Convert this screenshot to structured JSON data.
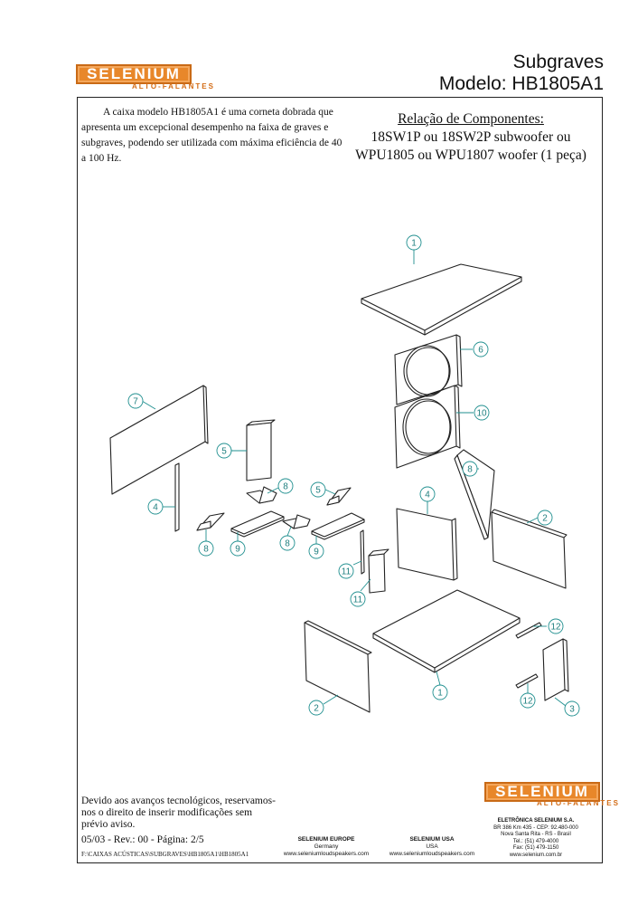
{
  "brand": {
    "name": "SELENIUM",
    "tagline": "ALTO-FALANTES",
    "color": "#e8872a"
  },
  "header": {
    "line1": "Subgraves",
    "line2": "Modelo: HB1805A1"
  },
  "intro": "A caixa modelo HB1805A1 é uma corneta dobrada que apresenta um excepcional desempenho na faixa de graves e subgraves, podendo ser utilizada com máxima eficiência de 40 a 100 Hz.",
  "components": {
    "title": "Relação de Componentes:",
    "line1": "18SW1P ou 18SW2P subwoofer ou",
    "line2": "WPU1805 ou WPU1807 woofer (1 peça)"
  },
  "callouts": [
    "1",
    "6",
    "10",
    "7",
    "5",
    "4",
    "8",
    "8",
    "2",
    "4",
    "5",
    "8",
    "9",
    "8",
    "9",
    "11",
    "11",
    "12",
    "2",
    "1",
    "12",
    "3"
  ],
  "disclaimer": "Devido aos avanços tecnológicos, reservamos-nos o direito de inserir modificações sem prévio aviso.",
  "revision": "05/03 - Rev.: 00 - Página: 2/5",
  "file_path": "F:\\CAIXAS ACÚSTICAS\\SUBGRAVES\\HB1805A1\\HB1805A1",
  "footer": {
    "europe": {
      "name": "SELENIUM EUROPE",
      "country": "Germany",
      "web": "www.seleniumloudspeakers.com"
    },
    "usa": {
      "name": "SELENIUM USA",
      "country": "USA",
      "web": "www.seleniumloudspeakers.com"
    },
    "company": {
      "name": "ELETRÔNICA SELENIUM S.A.",
      "address1": "BR 386 Km 435 - CEP: 92.480-000",
      "address2": "Nova Santa Rita - RS - Brasil",
      "tel": "Tel.: (51) 479-4000",
      "fax": "Fax: (51) 479-1150",
      "web": "www.selenium.com.br"
    }
  }
}
